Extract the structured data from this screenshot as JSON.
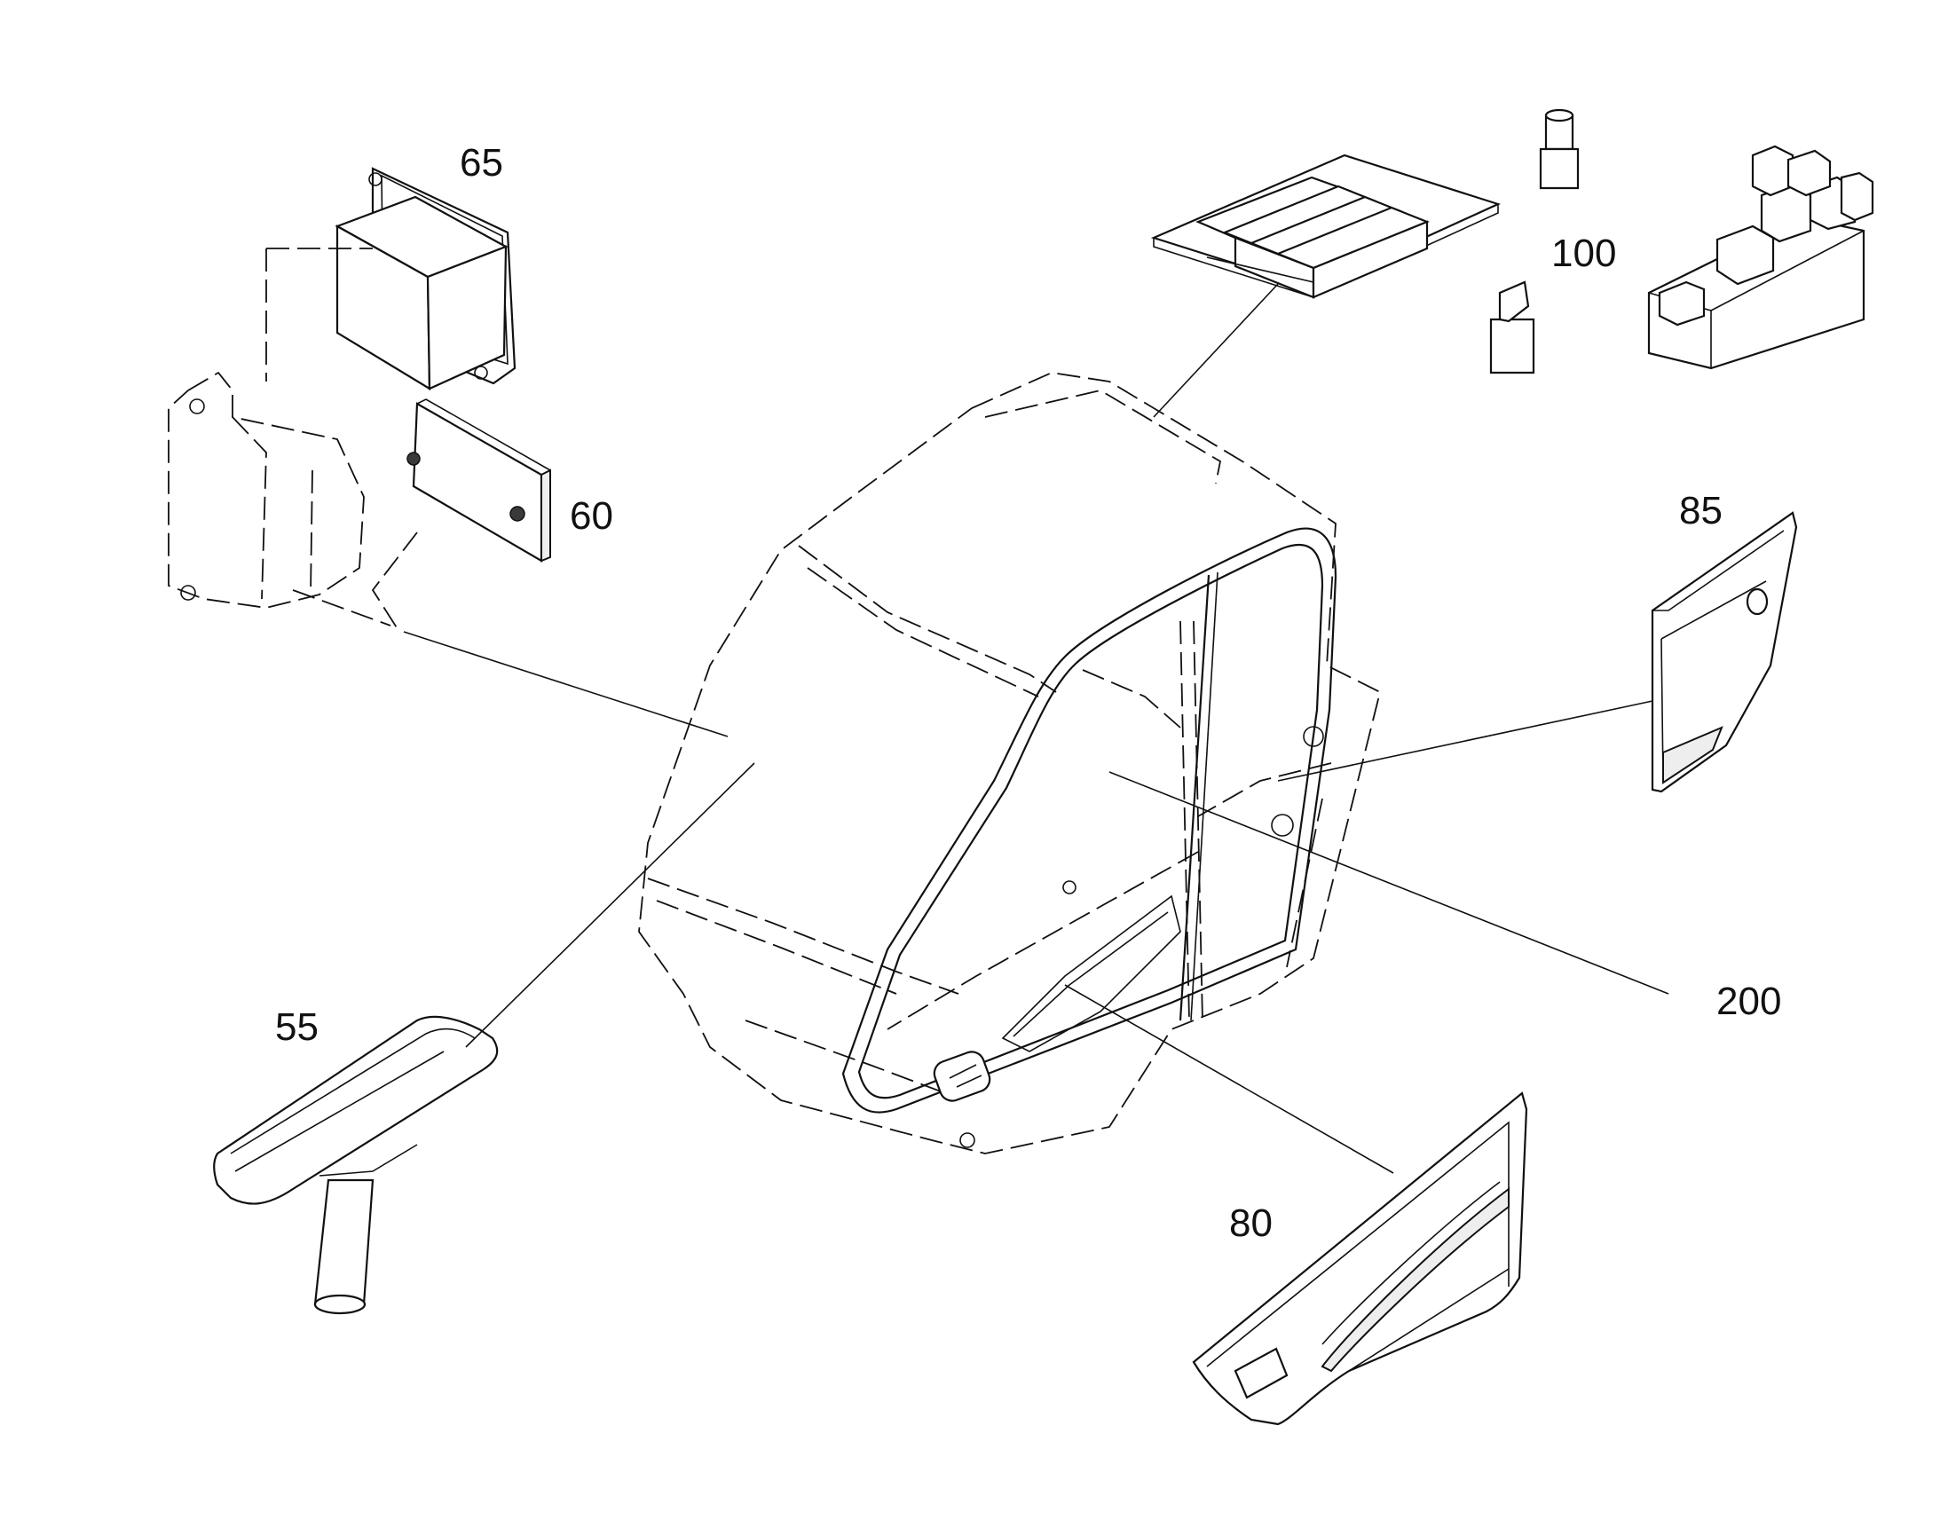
{
  "diagram": {
    "callouts": [
      {
        "id": "label-65",
        "text": "65"
      },
      {
        "id": "label-60",
        "text": "60"
      },
      {
        "id": "label-100",
        "text": "100"
      },
      {
        "id": "label-85",
        "text": "85"
      },
      {
        "id": "label-200",
        "text": "200"
      },
      {
        "id": "label-55",
        "text": "55"
      },
      {
        "id": "label-80",
        "text": "80"
      }
    ],
    "colors": {
      "line": "#111111",
      "background": "#ffffff",
      "part_fill": "#ffffff",
      "part_shade": "#eeeeee"
    }
  }
}
